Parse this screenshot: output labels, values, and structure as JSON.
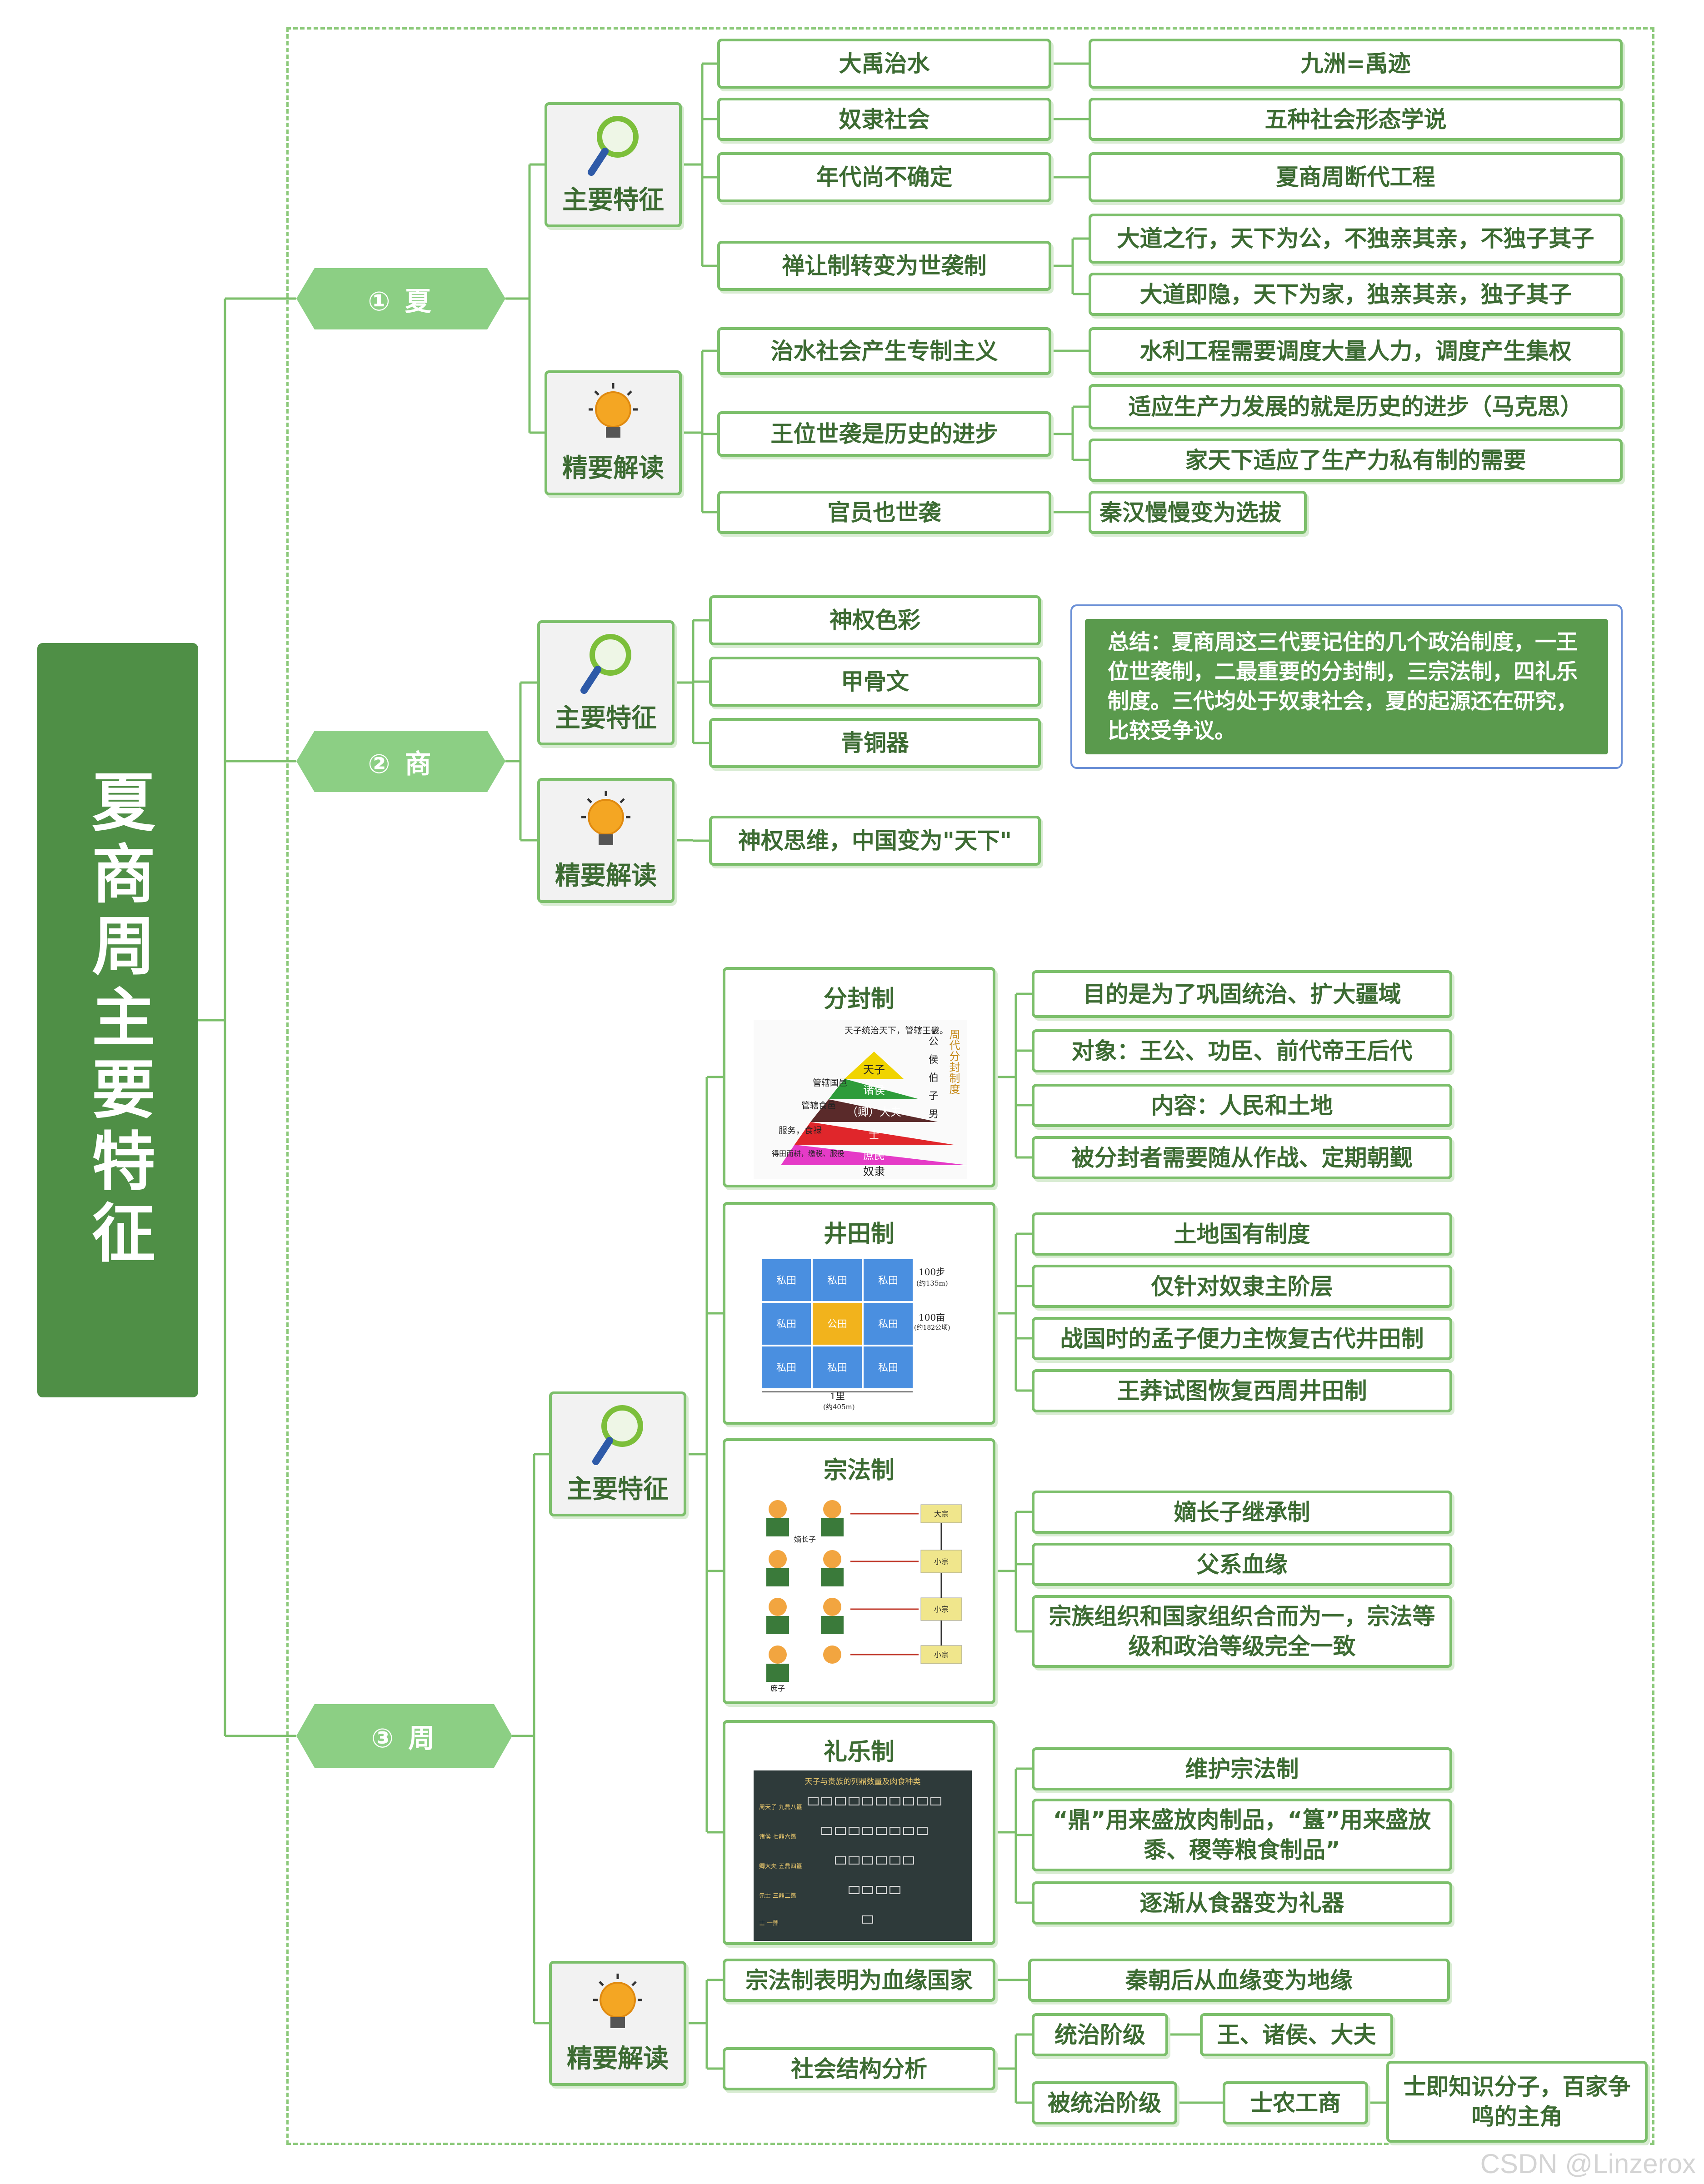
{
  "title": "夏商周主要特征",
  "watermark": "CSDN @Linzerox",
  "colors": {
    "primary": "#4f8f46",
    "accent": "#7cbf6b",
    "era": "#8ccf84",
    "text": "#3c6b32"
  },
  "summary": "总结：夏商周这三代要记住的几个政治制度，一王位世袭制，二最重要的分封制，三宗法制，四礼乐制度。三代均处于奴隶社会，夏的起源还在研究，比较受争议。",
  "categories": {
    "main": "主要特征",
    "interp": "精要解读"
  },
  "icons": {
    "main": "magnifier-icon",
    "interp": "lightbulb-icon"
  },
  "xia": {
    "label": "① 夏",
    "main": [
      {
        "text": "大禹治水",
        "detail": [
          "九洲=禹迹"
        ]
      },
      {
        "text": "奴隶社会",
        "detail": [
          "五种社会形态学说"
        ]
      },
      {
        "text": "年代尚不确定",
        "detail": [
          "夏商周断代工程"
        ]
      },
      {
        "text": "禅让制转变为世袭制",
        "detail": [
          "大道之行，天下为公，不独亲其亲，不独子其子",
          "大道即隐，天下为家，独亲其亲，独子其子"
        ]
      }
    ],
    "interp": [
      {
        "text": "治水社会产生专制主义",
        "detail": [
          "水利工程需要调度大量人力，调度产生集权"
        ]
      },
      {
        "text": "王位世袭是历史的进步",
        "detail": [
          "适应生产力发展的就是历史的进步（马克思）",
          "家天下适应了生产力私有制的需要"
        ]
      },
      {
        "text": "官员也世袭",
        "detail": [
          "秦汉慢慢变为选拔"
        ]
      }
    ]
  },
  "shang": {
    "label": "② 商",
    "main": [
      "神权色彩",
      "甲骨文",
      "青铜器"
    ],
    "interp": [
      "神权思维，中国变为\"天下\""
    ]
  },
  "zhou": {
    "label": "③ 周",
    "systems": [
      {
        "title": "分封制",
        "items": [
          "目的是为了巩固统治、扩大疆域",
          "对象：王公、功臣、前代帝王后代",
          "内容：人民和土地",
          "被分封者需要随从作战、定期朝觐"
        ],
        "figure": {
          "levels": [
            "天子",
            "诸侯",
            "（卿）大夫",
            "士",
            "庶民",
            "奴隶"
          ],
          "notes": [
            "天子统治天下，管辖王畿。",
            "管辖国邑",
            "管辖食邑",
            "服务，食禄",
            "得田而耕，缴税、服役"
          ],
          "ranks": [
            "公",
            "侯",
            "伯",
            "子",
            "男"
          ],
          "side": "周代分封制度"
        }
      },
      {
        "title": "井田制",
        "items": [
          "土地国有制度",
          "仅针对奴隶主阶层",
          "战国时的孟子便力主恢复古代井田制",
          "王莽试图恢复西周井田制"
        ],
        "figure": {
          "private": "私田",
          "public": "公田",
          "notes": [
            "100步",
            "(约135m)",
            "100亩",
            "(约182公顷)",
            "1里",
            "(约405m)"
          ]
        }
      },
      {
        "title": "宗法制",
        "items": [
          "嫡长子继承制",
          "父系血缘",
          "宗族组织和国家组织合而为一，宗法等级和政治等级完全一致"
        ],
        "figure": {
          "labels": [
            "大宗",
            "小宗",
            "嫡长子",
            "庶子"
          ]
        }
      },
      {
        "title": "礼乐制",
        "items": [
          "维护宗法制",
          "“鼎”用来盛放肉制品，“簋”用来盛放黍、稷等粮食制品”",
          "逐渐从食器变为礼器"
        ],
        "figure": {
          "caption": "天子与贵族的列鼎数量及肉食种类",
          "rows": [
            "周天子 九鼎八簋",
            "诸侯 七鼎六簋",
            "卿大夫 五鼎四簋",
            "元士 三鼎二簋",
            "士 一鼎"
          ]
        }
      }
    ],
    "interp": [
      {
        "text": "宗法制表明为血缘国家",
        "detail": "秦朝后从血缘变为地缘"
      },
      {
        "text": "社会结构分析",
        "classes": [
          {
            "text": "统治阶级",
            "detail": "王、诸侯、大夫"
          },
          {
            "text": "被统治阶级",
            "detail": "士农工商",
            "extra": "士即知识分子，百家争鸣的主角"
          }
        ]
      }
    ]
  }
}
